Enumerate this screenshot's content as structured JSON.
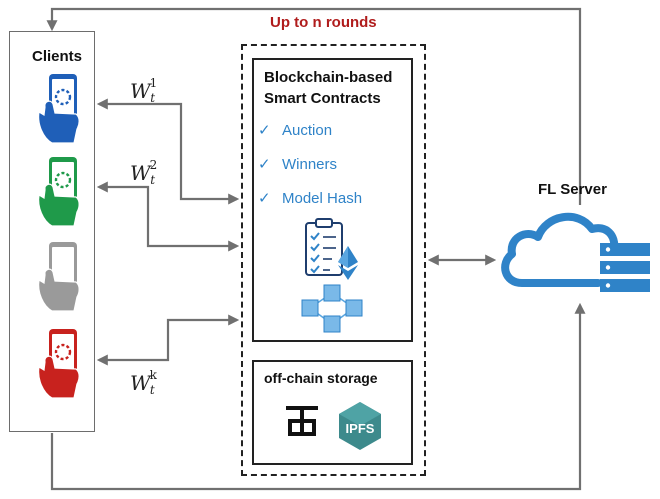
{
  "clients": {
    "title": "Clients"
  },
  "rounds": {
    "label": "Up to n rounds"
  },
  "smart_contracts": {
    "title_line1": "Blockchain-based",
    "title_line2": "Smart Contracts",
    "items": [
      "Auction",
      "Winners",
      "Model Hash"
    ]
  },
  "storage": {
    "title": "off-chain storage",
    "ipfs_label": "IPFS"
  },
  "server": {
    "title": "FL Server"
  },
  "weights": [
    {
      "base": "W",
      "sub": "t",
      "sup": "1"
    },
    {
      "base": "W",
      "sub": "t",
      "sup": "2"
    },
    {
      "base": "W",
      "sub": "t",
      "sup": "k"
    }
  ],
  "colors": {
    "arrow": "#707070",
    "rounds_text": "#b01c1c",
    "check_text": "#2f83c8",
    "cloud": "#2f83c8",
    "phone_blue": "#1f5fb8",
    "phone_green": "#1f9a4a",
    "phone_gray": "#9a9a9a",
    "phone_red": "#c8221e",
    "ipfs": "#3d8a8c"
  }
}
